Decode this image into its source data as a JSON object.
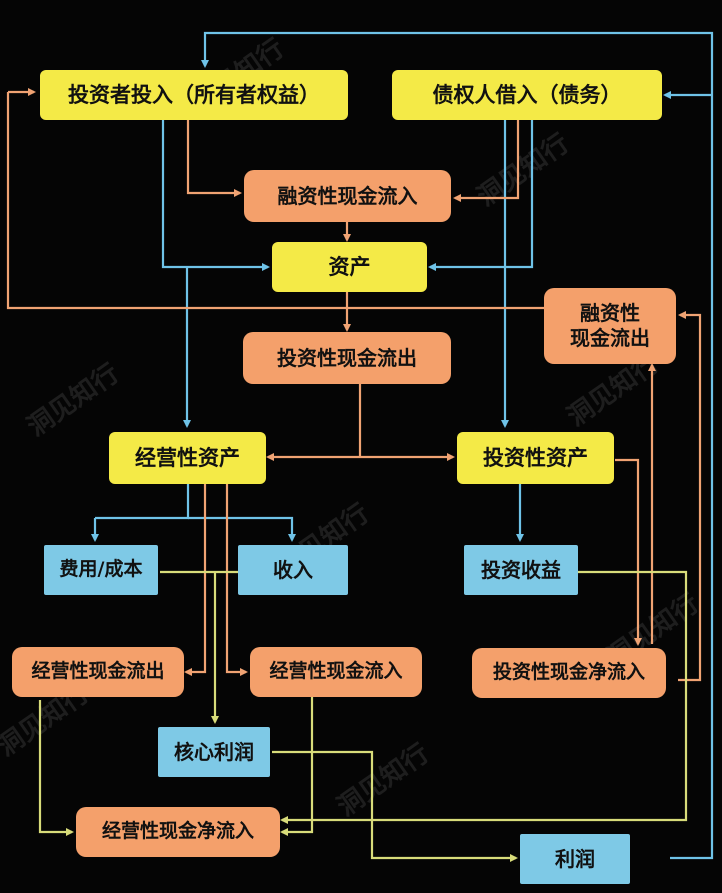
{
  "colors": {
    "background": "#050505",
    "yellow_node": "#f4ea47",
    "orange_node": "#f4a06b",
    "blue_node": "#7ec9e6",
    "blue_arrow": "#6fc3e8",
    "orange_arrow": "#f0a373",
    "green_arrow": "#d8dc7a"
  },
  "nodes": {
    "investor_input": "投资者投入（所有者权益）",
    "creditor_borrow": "债权人借入（债务）",
    "financing_inflow": "融资性现金流入",
    "assets": "资产",
    "financing_outflow_line1": "融资性",
    "financing_outflow_line2": "现金流出",
    "investing_outflow": "投资性现金流出",
    "operating_assets": "经营性资产",
    "investing_assets": "投资性资产",
    "expense_cost": "费用/成本",
    "revenue": "收入",
    "investment_income": "投资收益",
    "operating_outflow": "经营性现金流出",
    "operating_inflow": "经营性现金流入",
    "investing_net_inflow": "投资性现金净流入",
    "core_profit": "核心利润",
    "operating_net_inflow": "经营性现金净流入",
    "profit": "利润"
  },
  "watermark": "洞见知行"
}
